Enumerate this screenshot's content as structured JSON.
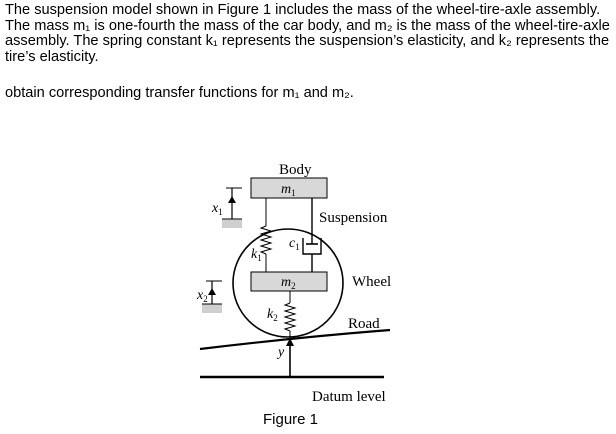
{
  "problem": {
    "paragraph1": "The suspension model shown in Figure 1 includes the mass of the wheel-tire-axle assembly. The mass m₁ is one-fourth the mass of the car body, and m₂ is the mass of the wheel-tire-axle assembly. The spring constant k₁ represents the suspension’s elasticity, and k₂ represents the tire’s elasticity.",
    "paragraph2": "obtain corresponding transfer functions for m₁ and m₂."
  },
  "figure": {
    "caption": "Figure 1",
    "labels": {
      "body": "Body",
      "m1": "m",
      "m1_sub": "1",
      "m2": "m",
      "m2_sub": "2",
      "x1": "x",
      "x1_sub": "1",
      "x2": "x",
      "x2_sub": "2",
      "k1": "k",
      "k1_sub": "1",
      "k2": "k",
      "k2_sub": "2",
      "c1": "c",
      "c1_sub": "1",
      "y": "y",
      "suspension": "Suspension",
      "wheel": "Wheel",
      "road": "Road",
      "datum": "Datum level"
    }
  }
}
